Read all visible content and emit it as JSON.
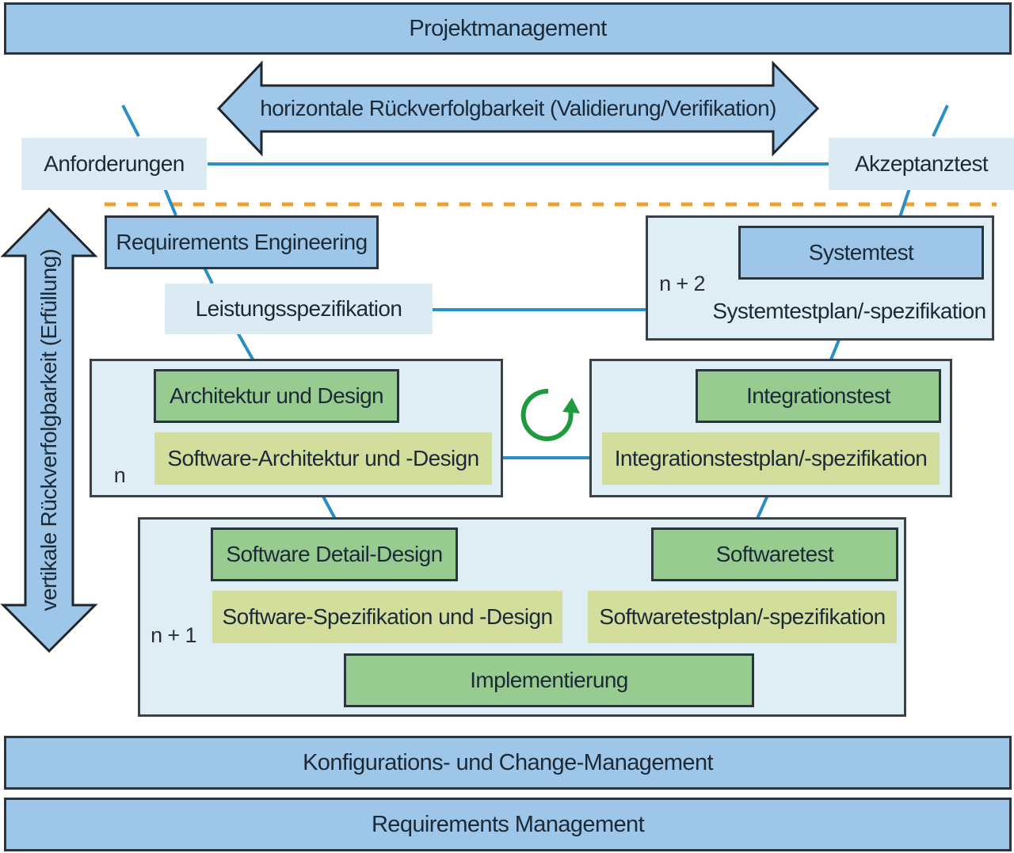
{
  "title": "V-Modell mit Rückverfolgbarkeit",
  "bands": {
    "top": "Projektmanagement",
    "bottom1": "Konfigurations- und Change-Management",
    "bottom2": "Requirements Management"
  },
  "arrows": {
    "horizontal": "horizontale Rückverfolgbarkeit (Validierung/Verifikation)",
    "vertical": "vertikale Rückverfolgbarkeit (Erfüllung)"
  },
  "top_level": {
    "left": "Anforderungen",
    "right": "Akzeptanztest"
  },
  "system_level": {
    "left_box": "Requirements Engineering",
    "left_spec": "Leistungsspezifikation",
    "right_box": "Systemtest",
    "right_spec": "Systemtestplan/-spezifikation",
    "cycle": "n + 2"
  },
  "architecture_level": {
    "left_box": "Architektur und Design",
    "left_spec": "Software-Architektur und -Design",
    "right_box": "Integrationstest",
    "right_spec": "Integrationstestplan/-spezifikation",
    "cycle": "n"
  },
  "detail_level": {
    "left_box": "Software Detail-Design",
    "left_spec": "Software-Spezifikation und -Design",
    "right_box": "Softwaretest",
    "right_spec": "Softwaretestplan/-spezifikation",
    "bottom_box": "Implementierung",
    "cycle": "n + 1"
  },
  "colors": {
    "band_blue": "#9dc6e8",
    "process_green": "#97cb90",
    "spec_olive": "#d3dd9c",
    "group_bg": "#dfedf5",
    "connector": "#2a8fc4",
    "cycle_green": "#1f9a3e",
    "divider_orange": "#f0a030"
  }
}
